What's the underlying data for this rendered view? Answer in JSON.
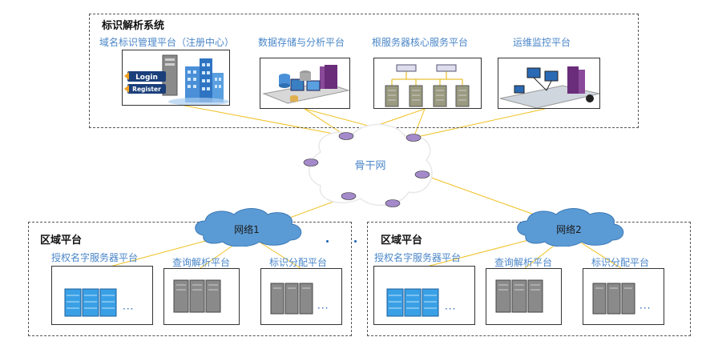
{
  "top_system": {
    "title": "标识解析系统",
    "platforms": [
      "域名标识管理平台（注册中心）",
      "数据存储与分析平台",
      "根服务器核心服务平台",
      "运维监控平台"
    ],
    "login_label": "Login",
    "register_label": "Register"
  },
  "backbone": {
    "label": "骨干网"
  },
  "regions": [
    {
      "title": "区域平台",
      "network_label": "网络1",
      "platforms": [
        "授权名字服务器平台",
        "查询解析平台",
        "标识分配平台"
      ]
    },
    {
      "title": "区域平台",
      "network_label": "网络2",
      "platforms": [
        "授权名字服务器平台",
        "查询解析平台",
        "标识分配平台"
      ]
    }
  ],
  "ellipsis": "···",
  "colors": {
    "line": "#f0c020",
    "label_blue": "#4a86c8",
    "cloud_blue": "#5b9bd5",
    "border": "#555555"
  }
}
